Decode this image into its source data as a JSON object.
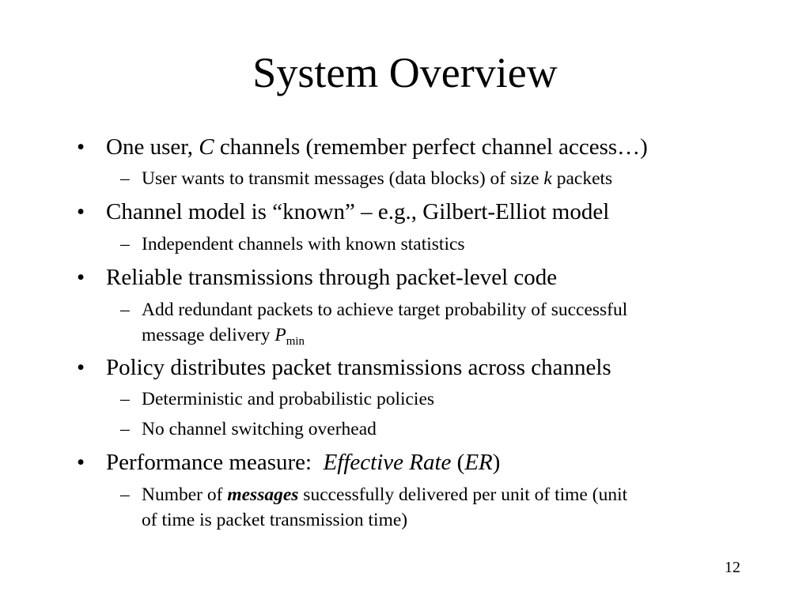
{
  "slide": {
    "title": "System Overview",
    "page_number": "12",
    "bullet_symbol": "•",
    "sub_bullet_symbol": "–",
    "b1": {
      "t1": "One user, ",
      "var": "C",
      "t2": " channels (remember perfect channel access…)",
      "s1": {
        "t1": "User wants to transmit messages (data blocks) of size ",
        "var": "k",
        "t2": " packets"
      }
    },
    "b2": {
      "text": "Channel model is “known” – e.g., Gilbert-Elliot model",
      "s1": {
        "text": "Independent channels with known statistics"
      }
    },
    "b3": {
      "text": "Reliable transmissions through packet-level code",
      "s1": {
        "line1": "Add redundant packets to achieve target probability of successful",
        "line2": "message delivery ",
        "var": "P",
        "subscript": "min"
      }
    },
    "b4": {
      "text": "Policy distributes packet transmissions across channels",
      "s1": {
        "text": "Deterministic and probabilistic policies"
      },
      "s2": {
        "text": "No channel switching overhead"
      }
    },
    "b5": {
      "t1": "Performance measure:  ",
      "term": "Effective Rate",
      "t2": " (",
      "abbr": "ER",
      "t3": ")",
      "s1": {
        "t1": "Number of ",
        "emph": "messages",
        "t2": " successfully delivered per unit of time (unit",
        "line2": "of time is packet transmission time)"
      }
    }
  }
}
